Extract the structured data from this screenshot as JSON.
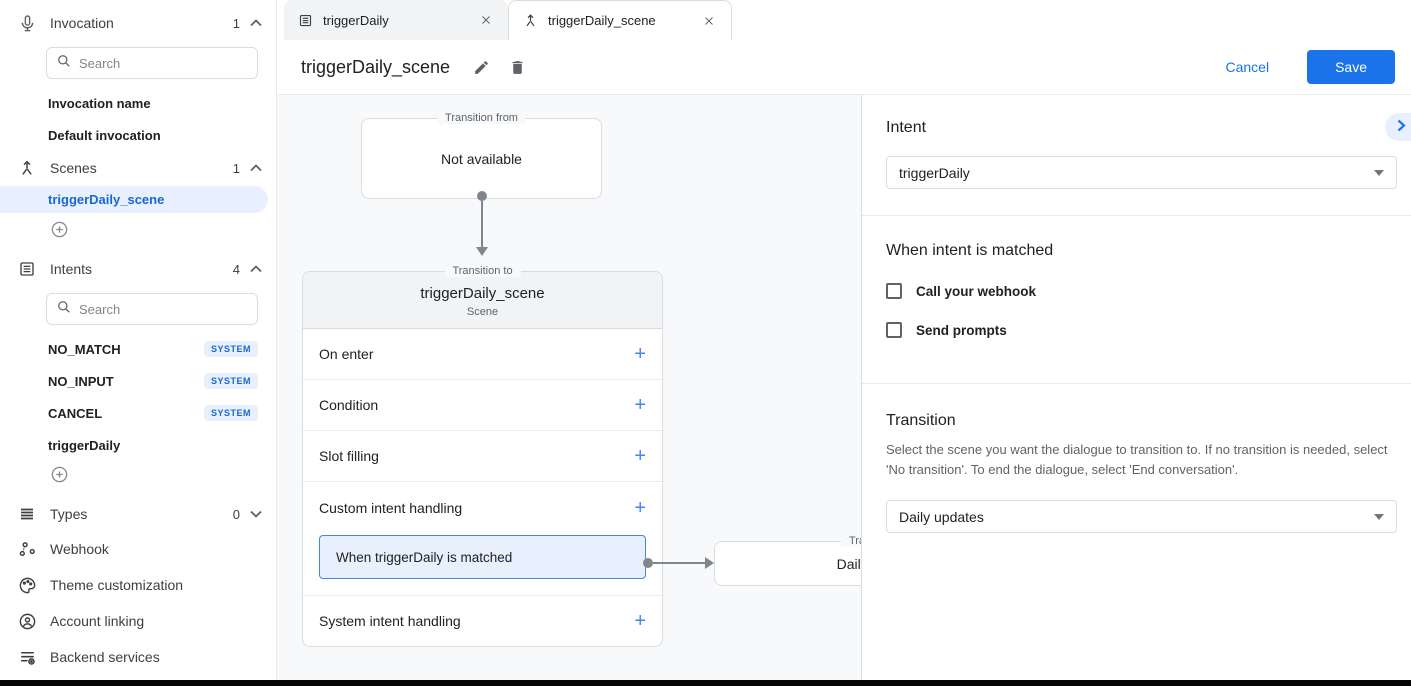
{
  "colors": {
    "accent_blue": "#1a73e8",
    "selected_blue": "#1967d2",
    "light_blue_bg": "#e8f0fe",
    "canvas_bg": "#f8f9fa",
    "border": "#dadce0"
  },
  "sidebar": {
    "invocation": {
      "label": "Invocation",
      "count": "1",
      "search_placeholder": "Search",
      "items": [
        {
          "label": "Invocation name"
        },
        {
          "label": "Default invocation"
        }
      ]
    },
    "scenes": {
      "label": "Scenes",
      "count": "1",
      "items": [
        {
          "label": "triggerDaily_scene",
          "selected": true
        }
      ]
    },
    "intents": {
      "label": "Intents",
      "count": "4",
      "search_placeholder": "Search",
      "items": [
        {
          "label": "NO_MATCH",
          "badge": "SYSTEM"
        },
        {
          "label": "NO_INPUT",
          "badge": "SYSTEM"
        },
        {
          "label": "CANCEL",
          "badge": "SYSTEM"
        },
        {
          "label": "triggerDaily",
          "badge": ""
        }
      ]
    },
    "types": {
      "label": "Types",
      "count": "0"
    },
    "links": [
      {
        "label": "Webhook"
      },
      {
        "label": "Theme customization"
      },
      {
        "label": "Account linking"
      },
      {
        "label": "Backend services"
      }
    ]
  },
  "tabs": [
    {
      "label": "triggerDaily"
    },
    {
      "label": "triggerDaily_scene",
      "active": true
    }
  ],
  "header": {
    "title": "triggerDaily_scene",
    "cancel": "Cancel",
    "save": "Save"
  },
  "canvas": {
    "transition_from": {
      "legend": "Transition from",
      "content": "Not available"
    },
    "scene_card": {
      "legend": "Transition to",
      "title": "triggerDaily_scene",
      "subtitle": "Scene",
      "rows": [
        {
          "label": "On enter"
        },
        {
          "label": "Condition"
        },
        {
          "label": "Slot filling"
        },
        {
          "label": "Custom intent handling"
        },
        {
          "label": "System intent handling"
        }
      ],
      "custom_intent_item": "When triggerDaily is matched"
    },
    "target_card": {
      "legend": "Transition to",
      "content": "Daily updates"
    }
  },
  "panel": {
    "intent_heading": "Intent",
    "intent_value": "triggerDaily",
    "matched_heading": "When intent is matched",
    "checkboxes": [
      {
        "label": "Call your webhook",
        "checked": false
      },
      {
        "label": "Send prompts",
        "checked": false
      }
    ],
    "transition_heading": "Transition",
    "transition_description": "Select the scene you want the dialogue to transition to. If no transition is needed, select 'No transition'. To end the dialogue, select 'End conversation'.",
    "transition_value": "Daily updates"
  }
}
